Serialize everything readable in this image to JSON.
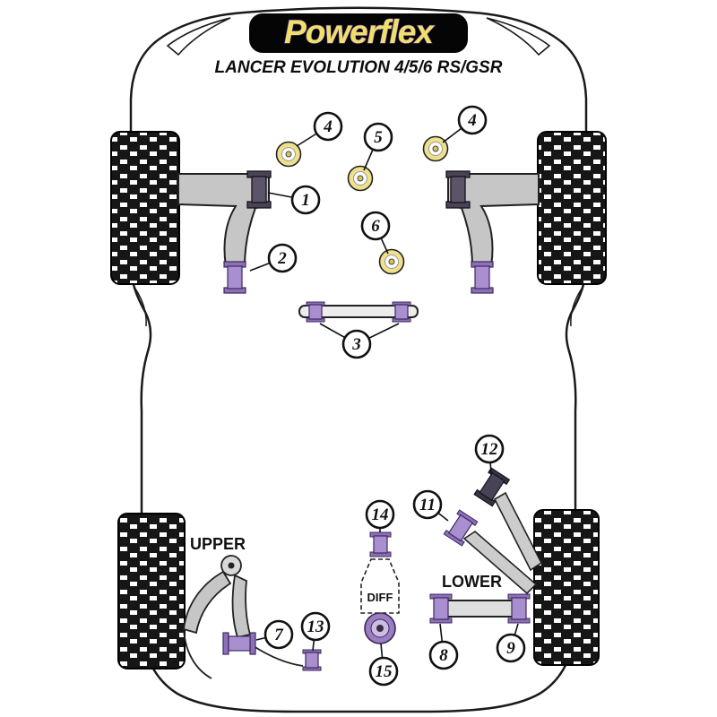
{
  "header": {
    "brand": "Powerflex",
    "model": "LANCER EVOLUTION 4/5/6 RS/GSR"
  },
  "labels": {
    "upper": "UPPER",
    "lower": "LOWER",
    "diff": "DIFF"
  },
  "callouts": [
    {
      "n": "4"
    },
    {
      "n": "5"
    },
    {
      "n": "4"
    },
    {
      "n": "1"
    },
    {
      "n": "6"
    },
    {
      "n": "2"
    },
    {
      "n": "3"
    },
    {
      "n": "12"
    },
    {
      "n": "11"
    },
    {
      "n": "14"
    },
    {
      "n": "7"
    },
    {
      "n": "13"
    },
    {
      "n": "8"
    },
    {
      "n": "9"
    },
    {
      "n": "15"
    }
  ],
  "colors": {
    "bush_purple": "#a98fd0",
    "bush_purple_dark": "#8e6fb8",
    "bush_black": "#4a4356",
    "mount_yellow": "#eee08c",
    "mount_center": "#d8c45c",
    "arm_gray": "#c6c6c6",
    "logo_bg": "#050505",
    "logo_text": "#f0e06a",
    "logo_outline": "#5a3a99",
    "outline_black": "#1a1a1a",
    "big_mount_purple": "#9b7dc4"
  }
}
